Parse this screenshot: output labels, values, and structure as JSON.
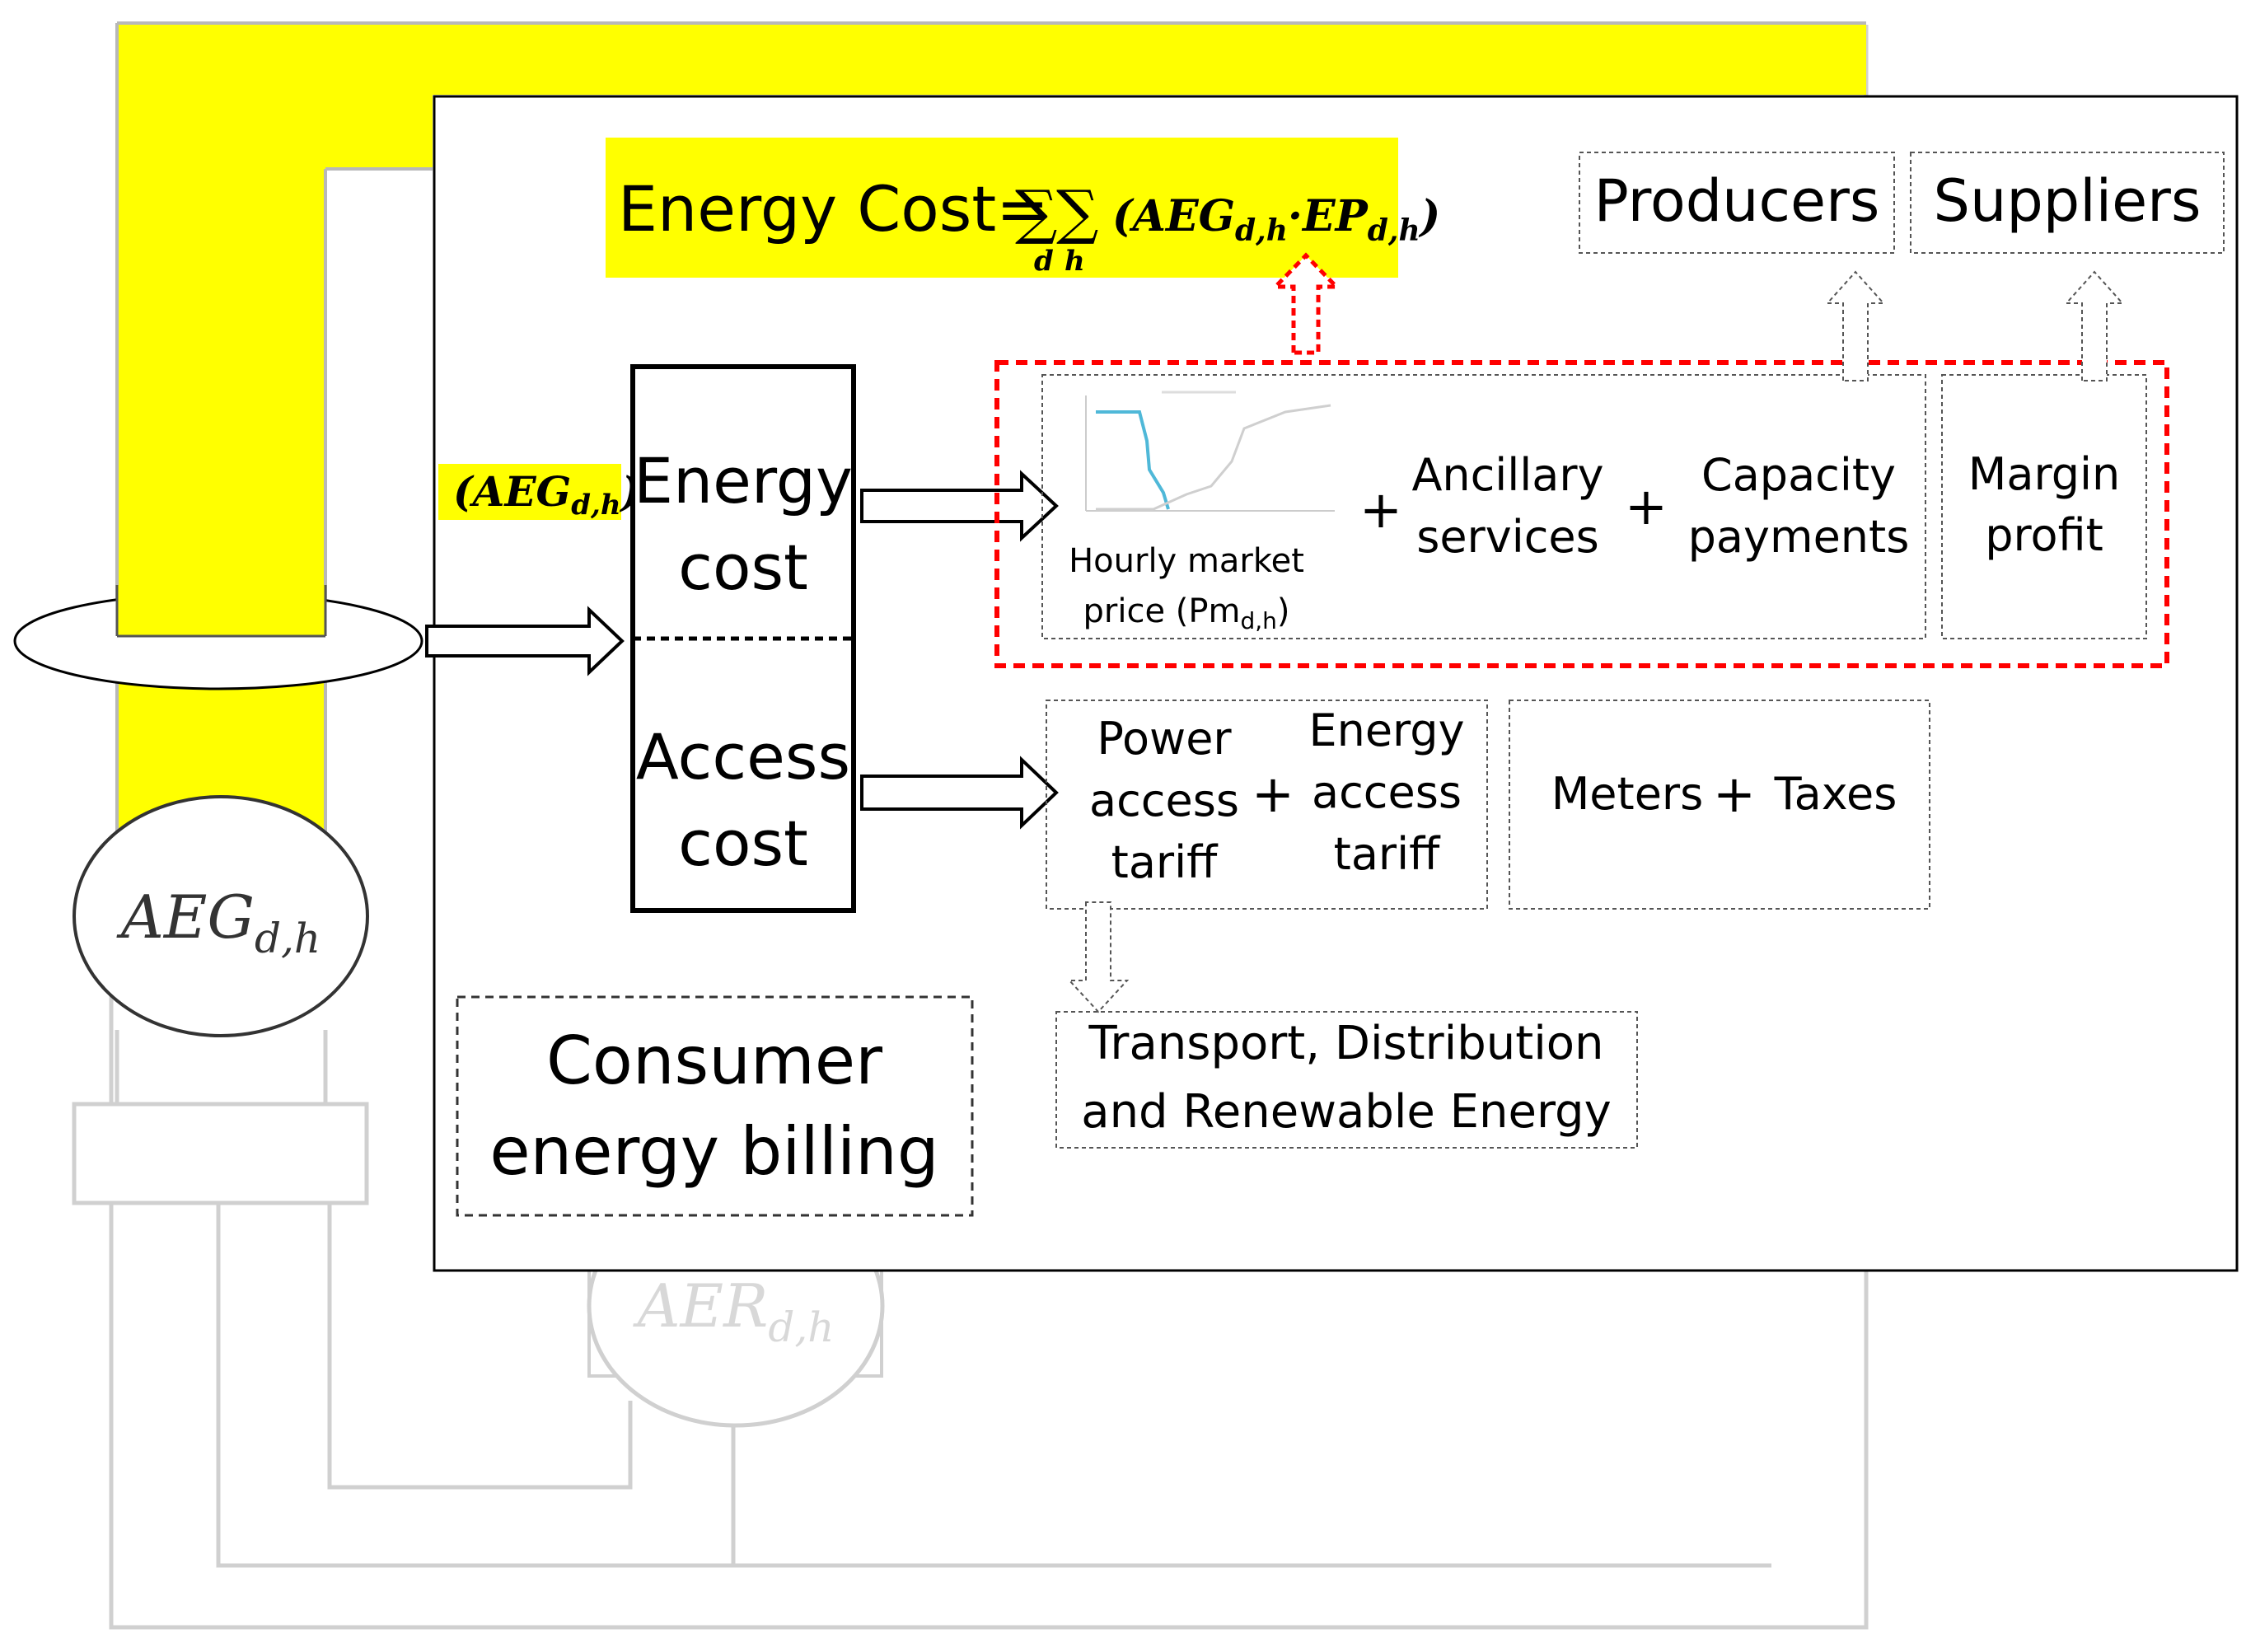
{
  "colors": {
    "highlight": "#ffff00",
    "red_dashed": "#ff0000",
    "faded_gray": "#d0d0d0",
    "black": "#000000"
  },
  "formula": {
    "label": "Energy Cost=",
    "sum_sym_1": "∑",
    "sum_sym_2": "∑",
    "sub_d": "d",
    "sub_h": "h",
    "open_paren": "(",
    "aeg": "AEG",
    "aeg_sub": "d,h",
    "dot": "·",
    "ep": "EP",
    "ep_sub": "d,h",
    "close_paren": ")"
  },
  "aeg_input": {
    "text": "(AEG",
    "sub": "d,h",
    "close": ")"
  },
  "energy_cost_box": {
    "line1": "Energy",
    "line2": "cost"
  },
  "access_cost_box": {
    "line1": "Access",
    "line2": "cost"
  },
  "market": {
    "price_label_line1": "Hourly market",
    "price_label_line2": "price (Pm",
    "price_label_sub": "d,h",
    "price_label_close": ")",
    "plus1": "+",
    "ancillary_line1": "Ancillary",
    "ancillary_line2": "services",
    "plus2": "+",
    "capacity_line1": "Capacity",
    "capacity_line2": "payments"
  },
  "margin": {
    "line1": "Margin",
    "line2": "profit"
  },
  "producers": "Producers",
  "suppliers": "Suppliers",
  "access": {
    "power_line1": "Power",
    "power_line2": "access",
    "power_line3": "tariff",
    "plus": "+",
    "energy_line1": "Energy",
    "energy_line2": "access",
    "energy_line3": "tariff"
  },
  "meters_taxes": {
    "meters": "Meters",
    "plus": "+",
    "taxes": "Taxes"
  },
  "transport": {
    "line1": "Transport, Distribution",
    "line2": "and Renewable Energy"
  },
  "billing": {
    "line1": "Consumer",
    "line2": "energy billing"
  },
  "meter_aeg": {
    "text": "AEG",
    "sub": "d,h"
  },
  "meter_aer": {
    "text": "AER",
    "sub": "d,h"
  }
}
